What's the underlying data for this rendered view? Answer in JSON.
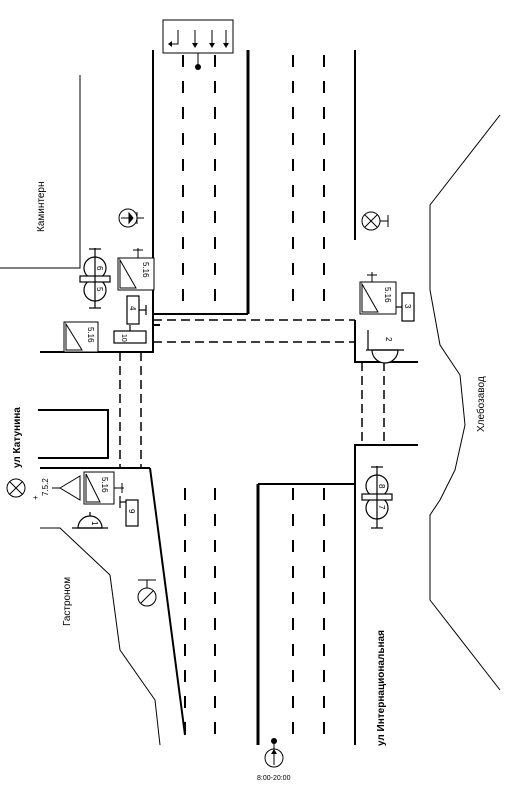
{
  "streets": {
    "katunina": "ул Катунина",
    "internatsionalnaya": "ул Интернациональная"
  },
  "buildings": {
    "kaminter": "Каминтерн",
    "gastronom": "Гастроном",
    "khlebozavod": "Хлебозавод"
  },
  "signals": {
    "n1": "1",
    "n2": "2",
    "n3": "3",
    "n4": "4",
    "n5": "5",
    "n6": "6",
    "n7": "7",
    "n8": "8",
    "n9": "9",
    "n10": "10"
  },
  "signs": {
    "s516": "5.16",
    "s752": "7.5.2",
    "plus": "+"
  },
  "time_plate": "8:00-20:00"
}
